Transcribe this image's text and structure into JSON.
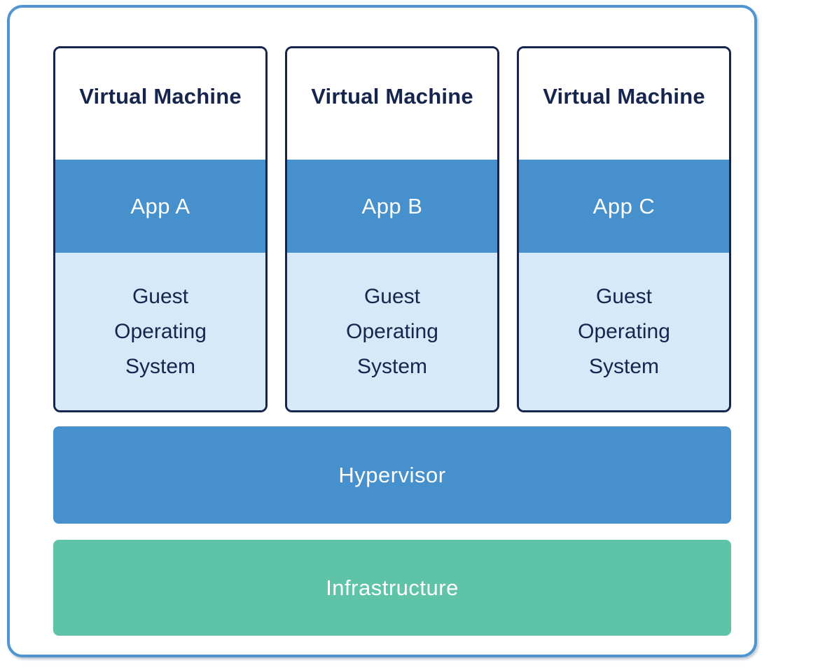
{
  "diagram": {
    "vms": [
      {
        "title": "Virtual Machine",
        "app": "App A",
        "os": "Guest Operating System"
      },
      {
        "title": "Virtual Machine",
        "app": "App B",
        "os": "Guest Operating System"
      },
      {
        "title": "Virtual Machine",
        "app": "App C",
        "os": "Guest Operating System"
      }
    ],
    "layers": [
      {
        "label": "Hypervisor",
        "color": "#4691cd"
      },
      {
        "label": "Infrastructure",
        "color": "#5fc3a8"
      }
    ],
    "colors": {
      "outer_border": "#4e95d2",
      "vm_border": "#16254d",
      "app_band": "#4691cd",
      "guest_os_fill": "#d6e9f8",
      "title_text": "#16254d",
      "band_text": "#ffffff",
      "infrastructure_fill": "#5fc3a8"
    }
  }
}
